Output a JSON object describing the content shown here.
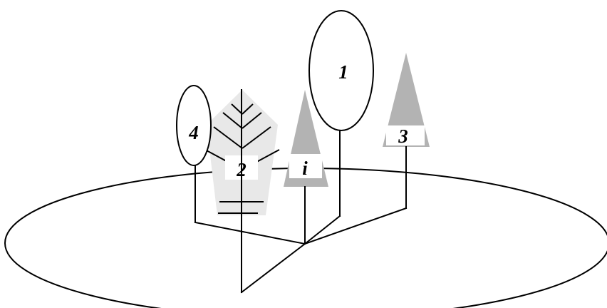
{
  "diagram": {
    "labels": {
      "tree_1": "1",
      "tree_2": "2",
      "tree_3": "3",
      "tree_4": "4",
      "tree_i": "i"
    },
    "colors": {
      "stroke": "#000000",
      "cone_gray": "#b3b3b3",
      "pentagon_light_gray": "#e8e8e8",
      "background": "#ffffff"
    },
    "icons": {
      "tree_1": "tall-ellipse-crown",
      "tree_2": "pentagon-crown-with-branches",
      "tree_3": "cone-crown",
      "tree_4": "ellipse-crown",
      "tree_i": "cone-crown"
    }
  }
}
